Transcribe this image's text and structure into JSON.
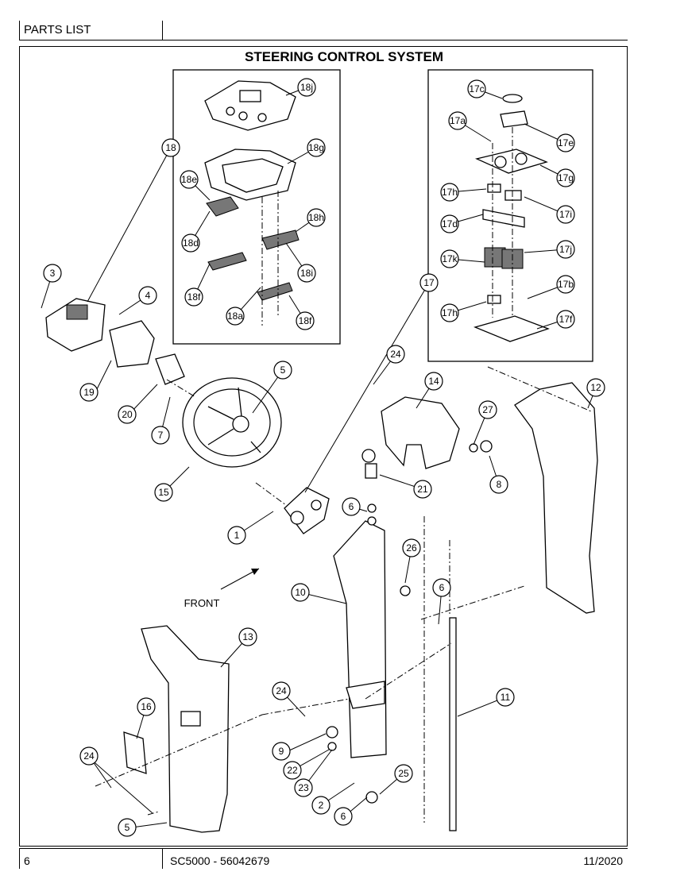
{
  "header": {
    "section": "PARTS LIST"
  },
  "title": "STEERING CONTROL SYSTEM",
  "front_label": "FRONT",
  "callouts": {
    "c1": "1",
    "c2": "2",
    "c3": "3",
    "c4": "4",
    "c5a": "5",
    "c5b": "5",
    "c6a": "6",
    "c6b": "6",
    "c6c": "6",
    "c7": "7",
    "c8": "8",
    "c9": "9",
    "c10": "10",
    "c11": "11",
    "c12": "12",
    "c13": "13",
    "c14": "14",
    "c15": "15",
    "c16": "16",
    "c17": "17",
    "c17a": "17a",
    "c17b": "17b",
    "c17c": "17c",
    "c17d": "17d",
    "c17e": "17e",
    "c17f": "17f",
    "c17g": "17g",
    "c17h1": "17h",
    "c17h2": "17h",
    "c17i": "17i",
    "c17j": "17j",
    "c17k": "17k",
    "c18": "18",
    "c18a": "18a",
    "c18d": "18d",
    "c18e": "18e",
    "c18f1": "18f",
    "c18f2": "18f",
    "c18g": "18g",
    "c18h": "18h",
    "c18i": "18i",
    "c18j": "18j",
    "c19": "19",
    "c20": "20",
    "c21": "21",
    "c22": "22",
    "c23": "23",
    "c24a": "24",
    "c24b": "24",
    "c24c": "24",
    "c25": "25",
    "c26": "26",
    "c27": "27"
  },
  "footer": {
    "page": "6",
    "doc": "SC5000 - 56042679",
    "date": "11/2020"
  }
}
